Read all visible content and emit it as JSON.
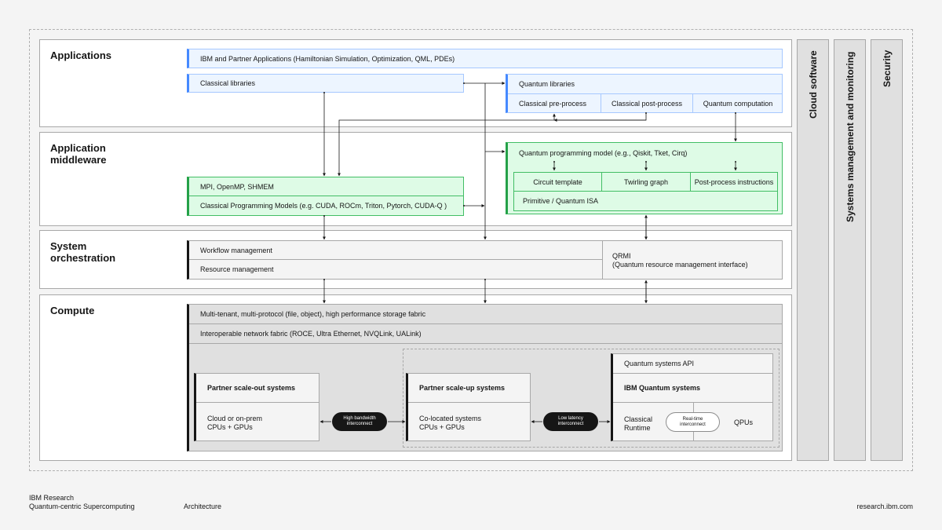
{
  "layers": {
    "applications": "Applications",
    "middleware": "Application\nmiddleware",
    "orchestration": "System\norchestration",
    "compute": "Compute"
  },
  "side_panels": [
    "Cloud software",
    "Systems management and monitoring",
    "Security"
  ],
  "applications": {
    "ibm_partner_apps": "IBM and Partner Applications (Hamiltonian Simulation, Optimization, QML, PDEs)",
    "classical_libraries": "Classical libraries",
    "quantum_libraries": "Quantum libraries",
    "classical_preprocess": "Classical pre-process",
    "classical_postprocess": "Classical post-process",
    "quantum_computation": "Quantum computation"
  },
  "middleware": {
    "quantum_programming_model": "Quantum programming model (e.g., Qiskit, Tket, Cirq)",
    "circuit_template": "Circuit template",
    "twirling_graph": "Twirling graph",
    "postprocess_instructions": "Post-process instructions",
    "primitive_isa": "Primitive / Quantum ISA",
    "mpi": "MPI, OpenMP, SHMEM",
    "classical_programming_models": "Classical Programming Models (e.g. CUDA, ROCm, Triton, Pytorch, CUDA-Q )"
  },
  "orchestration": {
    "workflow_management": "Workflow management",
    "resource_management": "Resource management",
    "qrmi_title": "QRMI",
    "qrmi_desc": "(Quantum resource management interface)"
  },
  "compute": {
    "storage_fabric": "Multi-tenant, multi-protocol (file, object), high performance storage fabric",
    "network_fabric": "Interoperable network fabric (ROCE, Ultra Ethernet, NVQLink, UALink)",
    "scale_out_title": "Partner scale-out systems",
    "scale_out_line1": "Cloud or on-prem",
    "scale_out_line2": "CPUs + GPUs",
    "high_bandwidth": "High bandwidth\ninterconnect",
    "scale_up_title": "Partner scale-up systems",
    "scale_up_line1": "Co-located systems",
    "scale_up_line2": "CPUs + GPUs",
    "low_latency": "Low latency\ninterconnect",
    "quantum_api": "Quantum systems API",
    "ibm_quantum_systems": "IBM Quantum systems",
    "classical_runtime_1": "Classical",
    "classical_runtime_2": "Runtime",
    "realtime_interconnect": "Real-time\ninterconnect",
    "qpus": "QPUs"
  },
  "footer": {
    "org": "IBM Research",
    "subtitle": "Quantum-centric Supercomputing",
    "section": "Architecture",
    "url": "research.ibm.com"
  },
  "colors": {
    "quantum_blue": "#4589ff",
    "middleware_green": "#24a148",
    "dark": "#161616"
  }
}
